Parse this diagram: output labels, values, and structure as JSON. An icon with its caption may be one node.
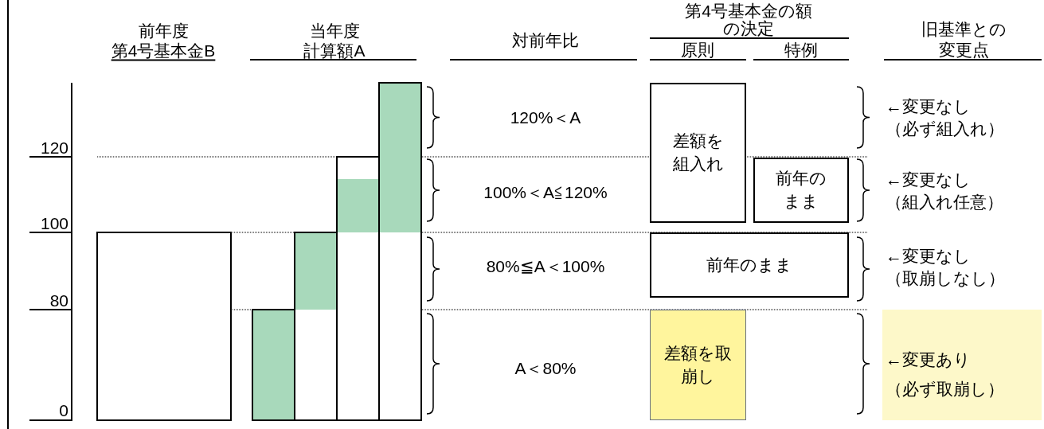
{
  "diagram": {
    "nodes": [
      {
        "text": [
          "差額を組入れ"
        ]
      },
      {
        "text": [
          "前年のまま"
        ]
      },
      {
        "text": [
          "前年のまま"
        ]
      },
      {
        "text": [
          "差額を取崩し"
        ]
      },
      {
        "text": [
          "←変更あり",
          "（必ず取崩し）"
        ]
      }
    ],
    "edges": [],
    "labels": [
      "前年度",
      "第4号基本金B",
      "当年度",
      "計算額A",
      "対前年比",
      "第4号基本金の額",
      "の決定",
      "原則",
      "特例",
      "旧基準との",
      "変更点",
      "120%＜A",
      "←変更なし",
      "（必ず組入れ）",
      "120",
      "100%＜A≦120%",
      "←変更なし",
      "（組入れ任意）",
      "100",
      "80%≦A＜100%",
      "←変更なし",
      "（取崩しなし）",
      "80",
      "A＜80%",
      "0"
    ]
  }
}
